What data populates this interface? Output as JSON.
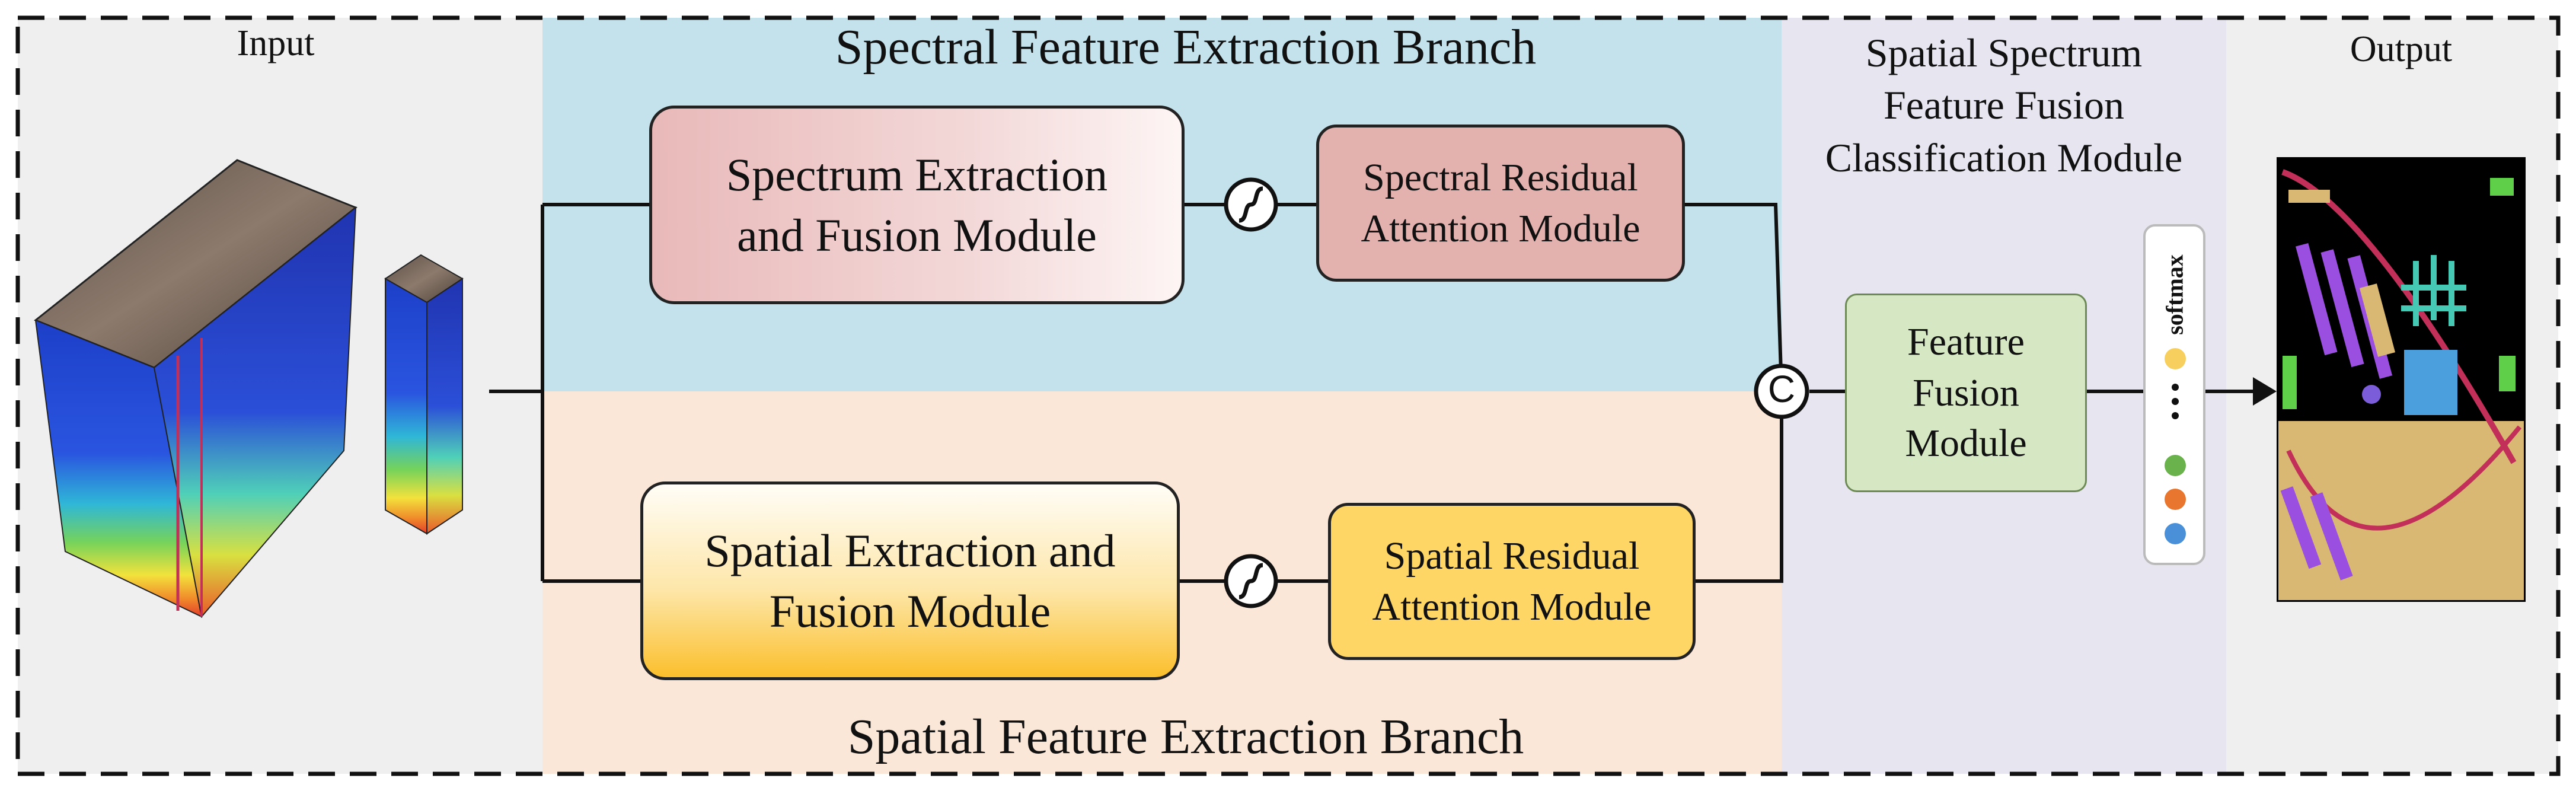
{
  "input_label": "Input",
  "output_label": "Output",
  "spectral_branch": {
    "title": "Spectral Feature Extraction Branch",
    "extraction_module": [
      "Spectrum Extraction",
      "and Fusion Module"
    ],
    "attention_module": [
      "Spectral Residual",
      "Attention Module"
    ]
  },
  "spatial_branch": {
    "title": "Spatial Feature Extraction Branch",
    "extraction_module": [
      "Spatial Extraction and",
      "Fusion Module"
    ],
    "attention_module": [
      "Spatial Residual",
      "Attention Module"
    ]
  },
  "fusion_section": {
    "title": [
      "Spatial Spectrum",
      "Feature Fusion",
      "Classification Module"
    ],
    "fusion_module": [
      "Feature",
      "Fusion",
      "Module"
    ],
    "concat_symbol": "C",
    "softmax_label": "softmax",
    "softmax_dot_colors": [
      "#f7cf5e",
      "#69b24c",
      "#e9762f",
      "#4a90d9"
    ]
  },
  "colors": {
    "input_bg": "#efefef",
    "spectral_bg": "#c3e2ec",
    "spatial_bg": "#fbe7d8",
    "fusion_bg": "#e7e5ef",
    "output_bg": "#efefef",
    "spectral_extract_fill": "#e9b9b9",
    "spectral_attention_fill": "#e3b1ae",
    "spatial_extract_fill": "#fcc64a",
    "spatial_attention_fill": "#fdd666",
    "feature_fusion_fill": "#d6e7c3"
  }
}
